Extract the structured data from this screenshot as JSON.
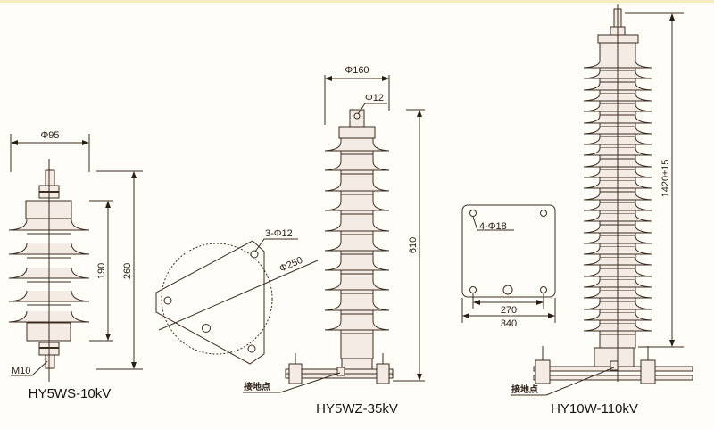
{
  "colors": {
    "line": "#3b2b20",
    "fill": "#f4ece4",
    "background": "#fffdf8"
  },
  "arresters": [
    {
      "model": "HY5WS-10kV",
      "diameter": "Φ95",
      "height_inner": "190",
      "height_total": "260",
      "thread": "M10"
    },
    {
      "model": "HY5WZ-35kV",
      "diameter": "Φ160",
      "terminal_hole": "Φ12",
      "height_total": "610",
      "base_holes": "3-Φ12",
      "base_circle": "Φ250",
      "ground_point": "接地点"
    },
    {
      "model": "HY10W-110kV",
      "height_total": "1420±15",
      "base_holes": "4-Φ18",
      "hole_spacing": "270",
      "plate_width": "340",
      "ground_point": "接地点"
    }
  ]
}
